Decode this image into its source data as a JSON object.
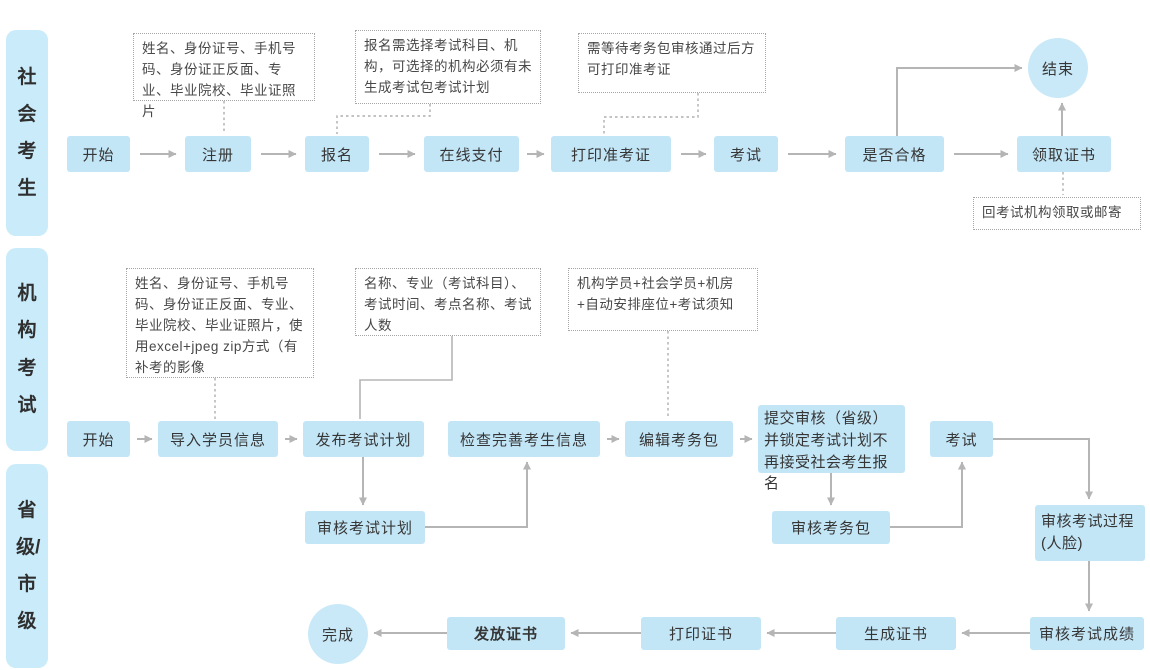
{
  "colors": {
    "node_fill": "#c3e6f7",
    "lane_fill": "#c9ebfa",
    "arrow": "#b5b5b5",
    "note_border": "#a5a5a5"
  },
  "swimlanes": [
    {
      "label": "社会考生"
    },
    {
      "label": "机构考试"
    },
    {
      "label": "省级/市级"
    }
  ],
  "lane1": {
    "start": "开始",
    "register": "注册",
    "signup": "报名",
    "pay": "在线支付",
    "print_ticket": "打印准考证",
    "exam": "考试",
    "pass_check": "是否合格",
    "receive_cert": "领取证书",
    "end": "结束",
    "register_note": "姓名、身份证号、手机号码、身份证正反面、专业、毕业院校、毕业证照片",
    "signup_note": "报名需选择考试科目、机构，可选择的机构必须有未生成考试包考试计划",
    "ticket_note": "需等待考务包审核通过后方可打印准考证",
    "cert_note": "回考试机构领取或邮寄"
  },
  "lane2": {
    "start": "开始",
    "import_students": "导入学员信息",
    "publish_plan": "发布考试计划",
    "check_info": "检查完善考生信息",
    "edit_package": "编辑考务包",
    "submit_review": "提交审核（省级）并锁定考试计划不再接受社会考生报名",
    "exam": "考试",
    "import_note": "姓名、身份证号、手机号码、身份证正反面、专业、毕业院校、毕业证照片，使用excel+jpeg zip方式（有补考的影像",
    "plan_note": "名称、专业（考试科目）、考试时间、考点名称、考试人数",
    "package_note": "机构学员+社会学员+机房+自动安排座位+考试须知"
  },
  "lane3": {
    "review_plan": "审核考试计划",
    "review_package": "审核考务包",
    "review_process": "审核考试过程(人脸)",
    "review_score": "审核考试成绩",
    "gen_cert": "生成证书",
    "print_cert": "打印证书",
    "issue_cert": "发放证书",
    "done": "完成"
  }
}
